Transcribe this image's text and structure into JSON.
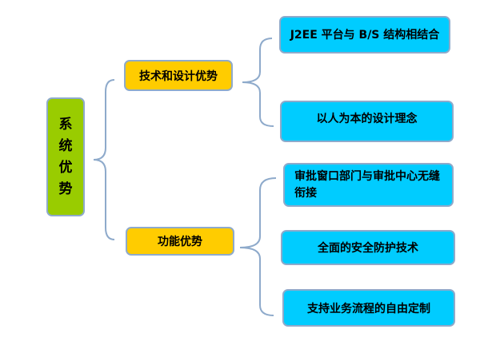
{
  "root": {
    "label": "系统优势"
  },
  "branches": [
    {
      "label": "技术和设计优势",
      "children": [
        "J2EE 平台与 B/S 结构相结合",
        "以人为本的设计理念"
      ]
    },
    {
      "label": "功能优势",
      "children": [
        "审批窗口部门与审批中心无缝衔接",
        "全面的安全防护技术",
        "支持业务流程的自由定制"
      ]
    }
  ],
  "colors": {
    "root": "#99cc00",
    "branch": "#ffcc00",
    "leaf": "#00ccff",
    "connector": "#8eaacb"
  }
}
